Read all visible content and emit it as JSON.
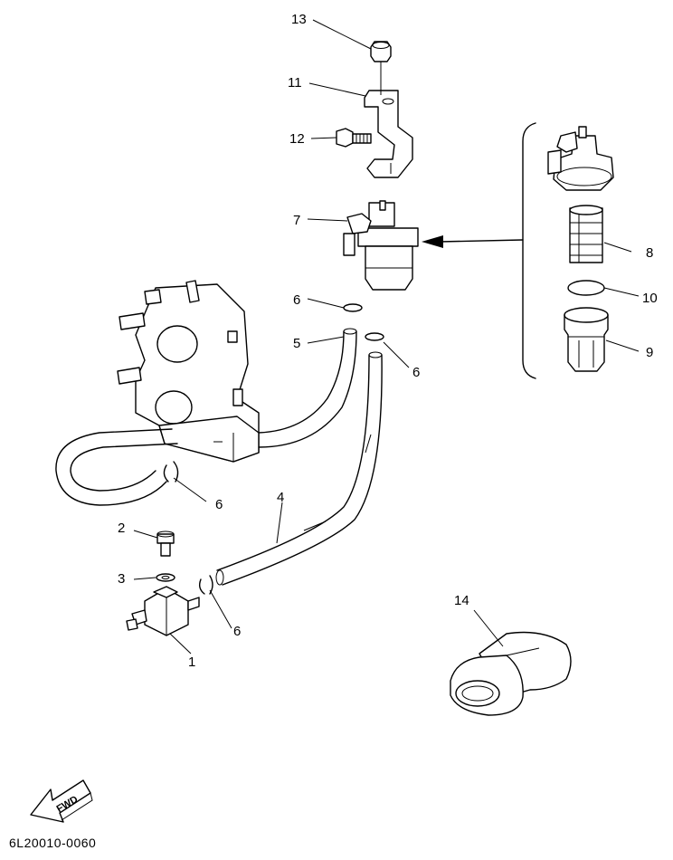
{
  "diagram": {
    "part_code": "6L20010-0060",
    "fwd_label": "FWD",
    "callouts": {
      "c1": "1",
      "c2": "2",
      "c3": "3",
      "c4": "4",
      "c5": "5",
      "c6a": "6",
      "c6b": "6",
      "c6c": "6",
      "c6d": "6",
      "c7": "7",
      "c8": "8",
      "c9": "9",
      "c10": "10",
      "c11": "11",
      "c12": "12",
      "c13": "13",
      "c14": "14"
    }
  }
}
